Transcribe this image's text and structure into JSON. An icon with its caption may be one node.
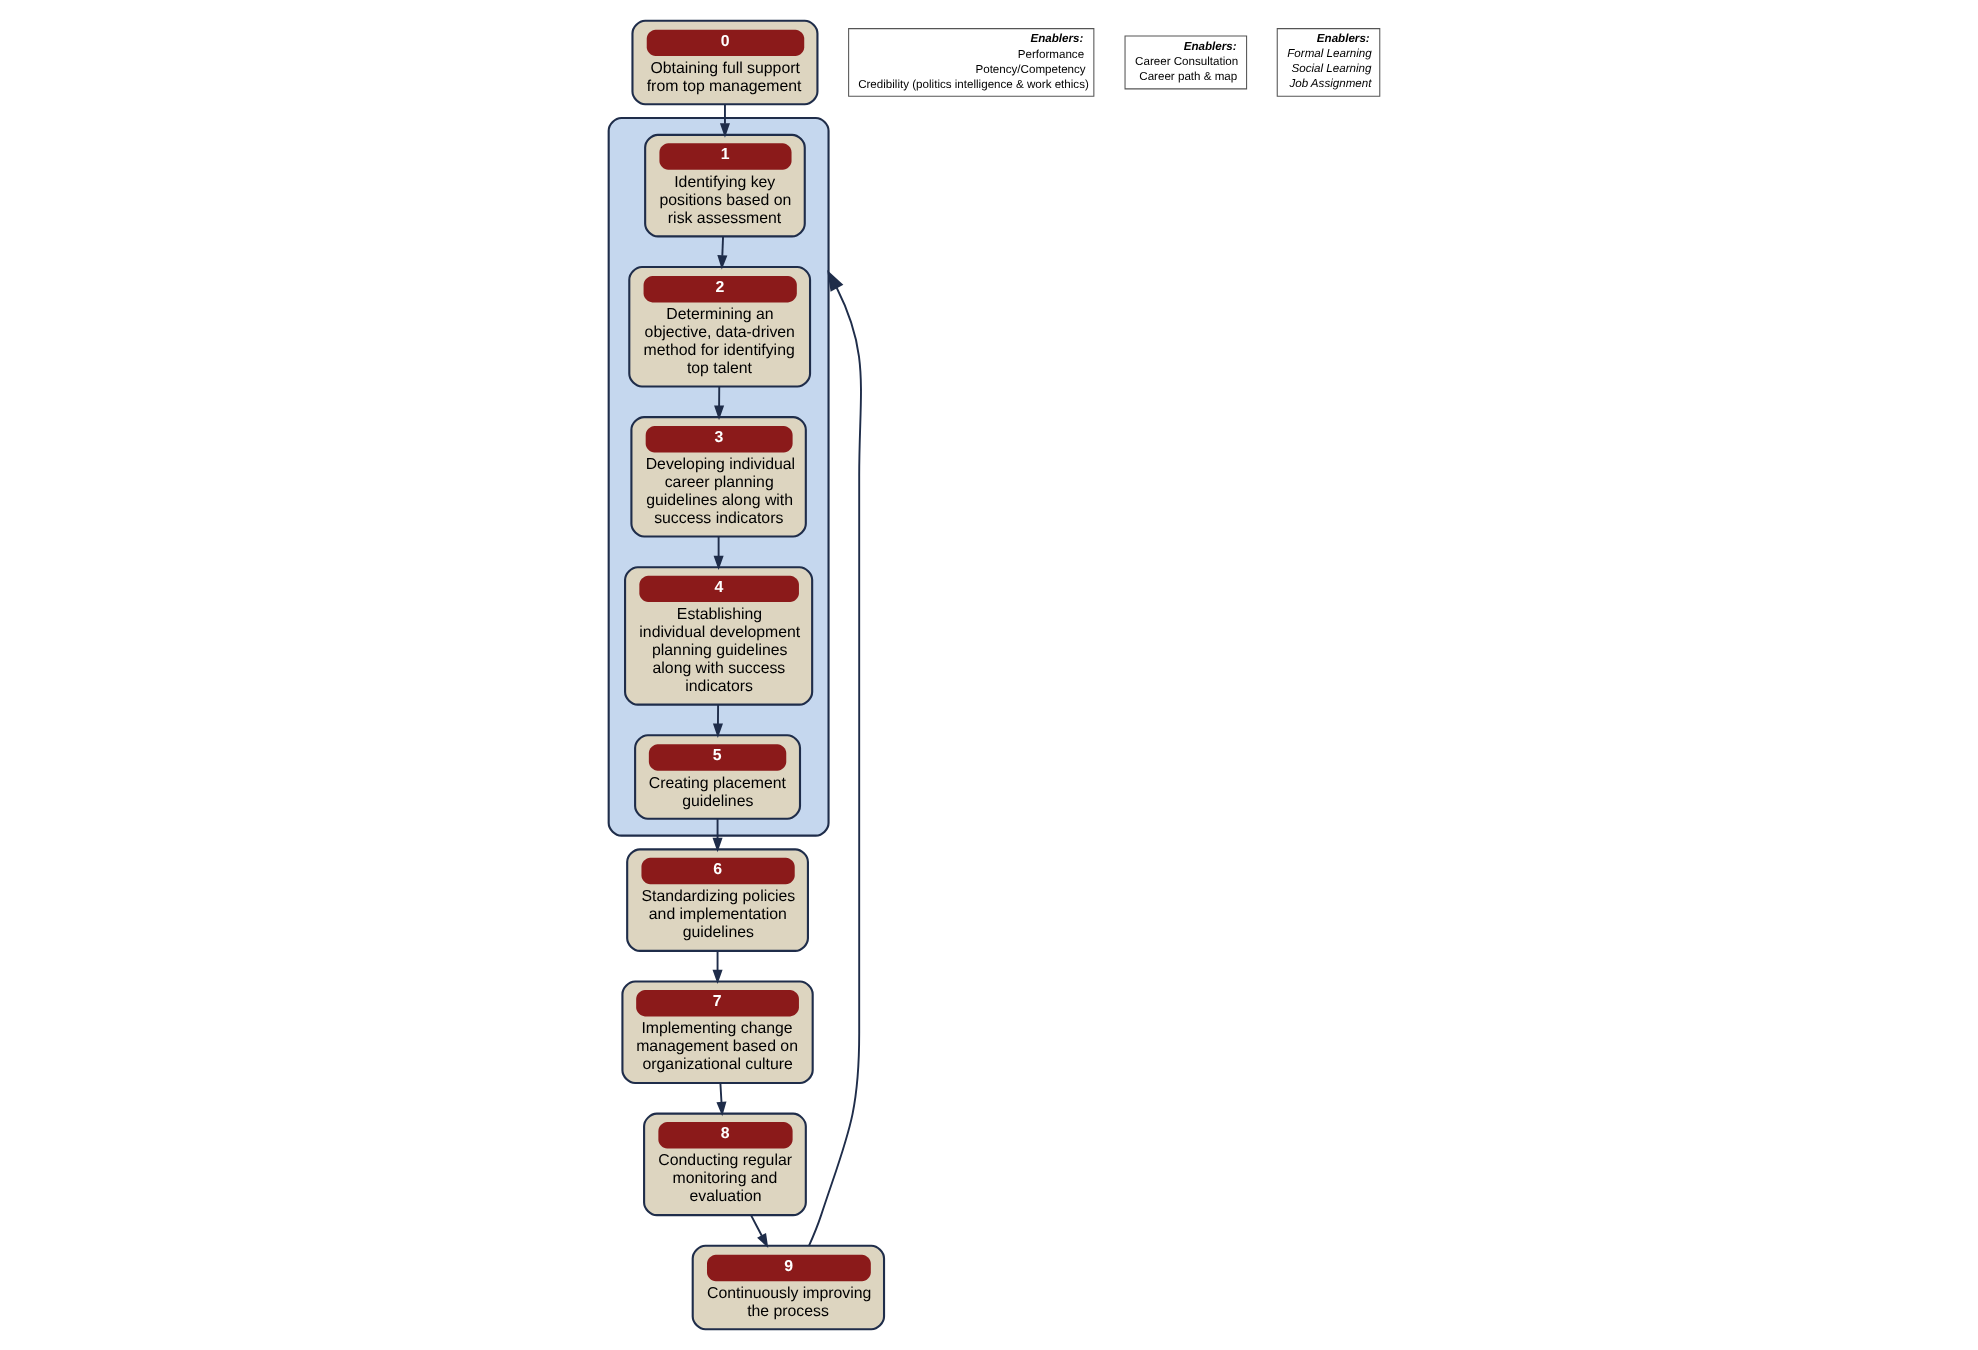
{
  "diagram": {
    "nodes": [
      {
        "text": [],
        "shape": "cloud"
      },
      {
        "text": [
          "0",
          "Obtaining full support from top management"
        ]
      },
      {
        "text": [
          "1",
          "Identifying key positions based on risk assessment"
        ],
        "in": 0
      },
      {
        "text": [
          "2",
          "Determining an objective, data-driven method for identifying top talent"
        ],
        "in": 0
      },
      {
        "text": [
          "3",
          "Developing individual career planning guidelines along with success indicators"
        ],
        "in": 0
      },
      {
        "text": [
          "4",
          "Establishing individual development planning guidelines along with success indicators"
        ],
        "in": 0
      },
      {
        "text": [
          "5",
          "Creating placement guidelines"
        ],
        "in": 0
      },
      {
        "text": [
          "6",
          "Standardizing policies and implementation guidelines"
        ]
      },
      {
        "text": [
          "7",
          "Implementing change management based on organizational culture"
        ]
      },
      {
        "text": [
          "8",
          "Conducting regular monitoring and evaluation"
        ]
      },
      {
        "text": [
          "9",
          "Continuously improving the process"
        ]
      },
      {
        "text": [
          "Enablers:",
          "Performance",
          "Potency/Competency",
          "Credibility (politics intelligence & work ethics)"
        ]
      },
      {
        "text": [
          "Enablers:",
          "Career Consultation",
          "Career path & map"
        ]
      },
      {
        "text": [
          "Enablers:",
          "Formal Learning",
          "Social Learning",
          "Job Assignment"
        ]
      }
    ],
    "edges": [
      {
        "from": 1,
        "to": 2,
        "arrow": "to"
      },
      {
        "from": 2,
        "to": 3,
        "arrow": "to"
      },
      {
        "from": 3,
        "to": 4,
        "arrow": "to"
      },
      {
        "from": 4,
        "to": 5,
        "arrow": "to"
      },
      {
        "from": 5,
        "to": 6,
        "arrow": "to"
      },
      {
        "from": 6,
        "to": 7,
        "arrow": "to"
      },
      {
        "from": 7,
        "to": 8,
        "arrow": "to"
      },
      {
        "from": 8,
        "to": 9,
        "arrow": "to"
      },
      {
        "from": 9,
        "to": 10,
        "arrow": "to"
      },
      {
        "from": 10,
        "to": 0,
        "arrow": "to"
      }
    ]
  }
}
